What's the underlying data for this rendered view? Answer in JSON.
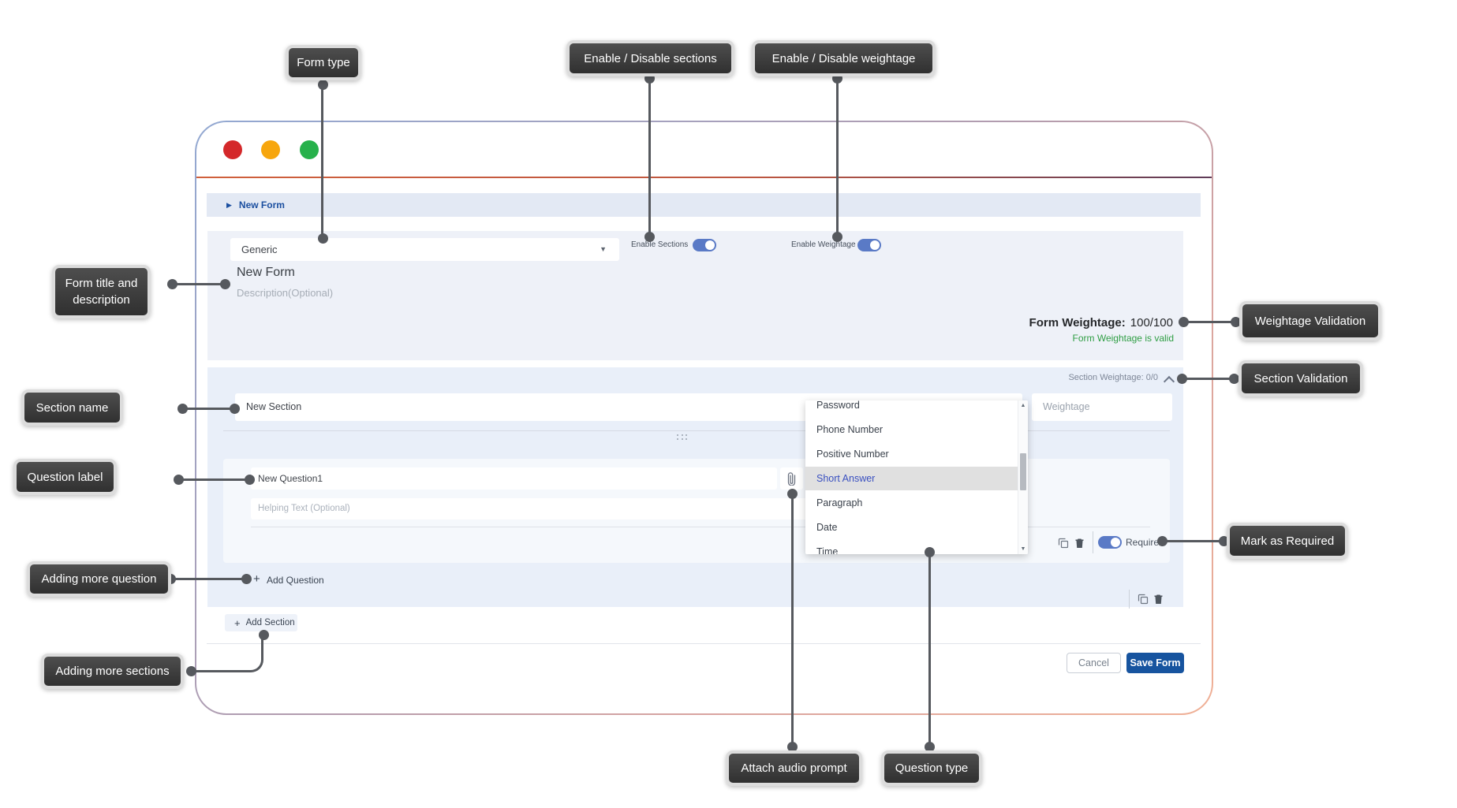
{
  "colors": {
    "accent_blue": "#17549f",
    "toggle_blue": "#5a7ac6",
    "valid_green": "#2f9e44",
    "breadcrumb_blue": "#1b4fa0",
    "selected_option_blue": "#3a50c0",
    "callout_bg": "#3a3a3a",
    "traffic_red": "#d4282a",
    "traffic_yellow": "#f7a60d",
    "traffic_green": "#27b14b"
  },
  "icons": {
    "breadcrumb_arrow": "▶",
    "select_caret": "▼",
    "plus": "+",
    "scroll_up": "▲",
    "scroll_down": "▼"
  },
  "breadcrumb": {
    "label": "New Form"
  },
  "form_header": {
    "form_type_value": "Generic",
    "enable_sections_label": "Enable Sections",
    "enable_sections_on": true,
    "enable_weightage_label": "Enable Weightage",
    "enable_weightage_on": true,
    "title_value": "New Form",
    "description_placeholder": "Description(Optional)",
    "weightage_label": "Form Weightage:",
    "weightage_value": "100/100",
    "weightage_status": "Form Weightage is valid"
  },
  "section": {
    "weightage_summary": "Section Weightage: 0/0",
    "name_value": "New Section",
    "weightage_placeholder": "Weightage",
    "add_question_label": "Add Question"
  },
  "question": {
    "label_value": "New Question1",
    "helping_placeholder": "Helping Text (Optional)",
    "required_label": "Required",
    "required_on": true
  },
  "dropdown": {
    "options": [
      "Password",
      "Phone Number",
      "Positive Number",
      "Short Answer",
      "Paragraph",
      "Date",
      "Time"
    ],
    "selected": "Short Answer"
  },
  "footer": {
    "add_section_label": "Add Section",
    "cancel_label": "Cancel",
    "save_label": "Save Form"
  },
  "callouts": {
    "form_type": "Form type",
    "enable_disable_sections": "Enable / Disable sections",
    "enable_disable_weightage": "Enable / Disable weightage",
    "form_title_and_description": "Form title and description",
    "weightage_validation": "Weightage Validation",
    "section_validation": "Section Validation",
    "section_name": "Section name",
    "question_label": "Question label",
    "mark_as_required": "Mark as Required",
    "adding_more_question": "Adding more question",
    "adding_more_sections": "Adding more sections",
    "attach_audio_prompt": "Attach audio prompt",
    "question_type": "Question type"
  }
}
